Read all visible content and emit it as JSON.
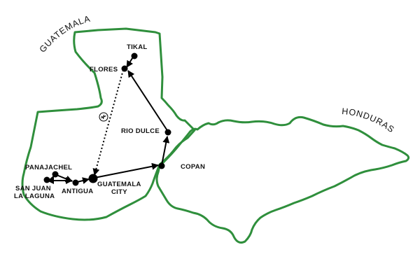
{
  "countries": {
    "guatemala": "GUATEMALA",
    "honduras": "HONDURAS"
  },
  "places": {
    "tikal": "TIKAL",
    "flores": "FLORES",
    "rio_dulce": "RIO DULCE",
    "copan": "COPAN",
    "panajachel": "PANAJACHEL",
    "san_juan_line1": "SAN JUAN",
    "san_juan_line2": "LA LAGUNA",
    "antigua": "ANTIGUA",
    "guatemala_city_line1": "GUATEMALA",
    "guatemala_city_line2": "CITY"
  },
  "colors": {
    "border": "#2f8f3c",
    "route": "#000000"
  },
  "icons": {
    "flight": "airplane-icon"
  }
}
